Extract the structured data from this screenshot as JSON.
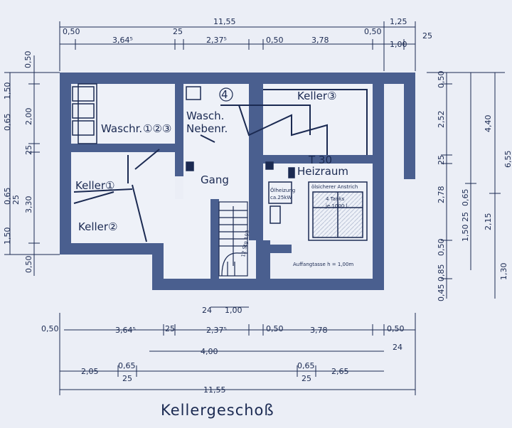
{
  "title": "Kellergeschoß",
  "rooms": {
    "waschraum": "Waschr.",
    "waschraum_nums": "①②③",
    "wasch_neben_1": "Wasch.",
    "wasch_neben_2": "Nebenr.",
    "wasch_neben_num": "4",
    "keller3": "Keller③",
    "heizraum": "Heizraum",
    "t30": "T 30",
    "gang": "Gang",
    "keller1": "Keller①",
    "keller2": "Keller②"
  },
  "annotations": {
    "oelheizung_1": "Ölheizung",
    "oelheizung_2": "ca.25kW",
    "tank_1": "ölsicherer Anstrich",
    "tank_2": "4 Tanks",
    "tank_3": "je 1000 l",
    "auffang": "Auffangtasse h = 1,00m",
    "stair": "12 Stg 193"
  },
  "dims": {
    "top_total": "11,55",
    "top_1_25": "1,25",
    "top_050a": "0,50",
    "top_3645": "3,64⁵",
    "top_25": "25",
    "top_2375": "2,37⁵",
    "top_050b": "0,50",
    "top_378": "3,78",
    "top_050c": "0,50",
    "top_100": "1,00",
    "top_25b": "25",
    "left_050": "0,50",
    "left_150": "1,50",
    "left_065": "0,65",
    "left_200": "2,00",
    "left_25": "25",
    "left_065b": "0,65",
    "left_25b": "25",
    "left_330": "3,30",
    "left_150b": "1,50",
    "left_050b": "0,50",
    "right_050": "0,50",
    "right_252": "2,52",
    "right_440": "4,40",
    "right_655": "6,55",
    "right_25": "25",
    "right_278": "2,78",
    "right_065": "0,65",
    "right_25b": "25",
    "right_215": "2,15",
    "right_150": "1,50",
    "right_050b": "0,50",
    "right_085": "0,85",
    "right_130": "1,30",
    "right_045": "0,45",
    "bot_24a": "24",
    "bot_100": "1,00",
    "bot_050a": "0,50",
    "bot_3645": "3,64⁵",
    "bot_25": "25",
    "bot_2375": "2,37⁵",
    "bot_050b": "0,50",
    "bot_378": "3,78",
    "bot_050c": "0,50",
    "bot_24b": "24",
    "bot_400": "4,00",
    "bot_205": "2,05",
    "bot_065a": "0,65",
    "bot_25a": "25",
    "bot_065b": "0,65",
    "bot_25b": "25",
    "bot_265": "2,65",
    "bot_total": "11,55"
  },
  "colors": {
    "wall": "#4a5f8f",
    "ink": "#1b2a52",
    "floor": "#eef1f8",
    "paper": "#ebeef6"
  }
}
